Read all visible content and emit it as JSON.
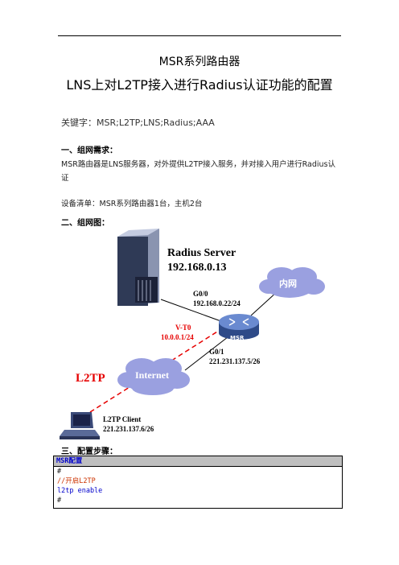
{
  "header": {
    "title_line1": "MSR系列路由器",
    "title_line2": "LNS上对L2TP接入进行Radius认证功能的配置"
  },
  "keywords": "关键字：MSR;L2TP;LNS;Radius;AAA",
  "sections": {
    "requirements_heading": "一、组网需求：",
    "requirements_text": "MSR路由器是LNS服务器，对外提供L2TP接入服务，并对接入用户进行Radius认证",
    "equipment_text": "设备清单：MSR系列路由器1台，主机2台",
    "diagram_heading": "二、组网图：",
    "steps_heading": "三、配置步骤："
  },
  "diagram": {
    "server_name": "Radius Server",
    "server_ip": "192.168.0.13",
    "g00_label": "G0/0",
    "g00_ip": "192.168.0.22/24",
    "intranet_label": "内网",
    "vt_label": "V-T0",
    "vt_ip": "10.0.0.1/24",
    "router_label": "MSR",
    "g01_label": "G0/1",
    "g01_ip": "221.231.137.5/26",
    "l2tp_label": "L2TP",
    "internet_label": "Internet",
    "client_name": "L2TP Client",
    "client_ip": "221.231.137.6/26",
    "colors": {
      "red": "#e60000",
      "cloud": "#9aa0e0",
      "server": "#4a5a80",
      "router": "#5577bb"
    }
  },
  "config": {
    "header": "MSR配置",
    "lines": [
      "#",
      "//开启L2TP",
      "l2tp enable",
      "#"
    ]
  }
}
